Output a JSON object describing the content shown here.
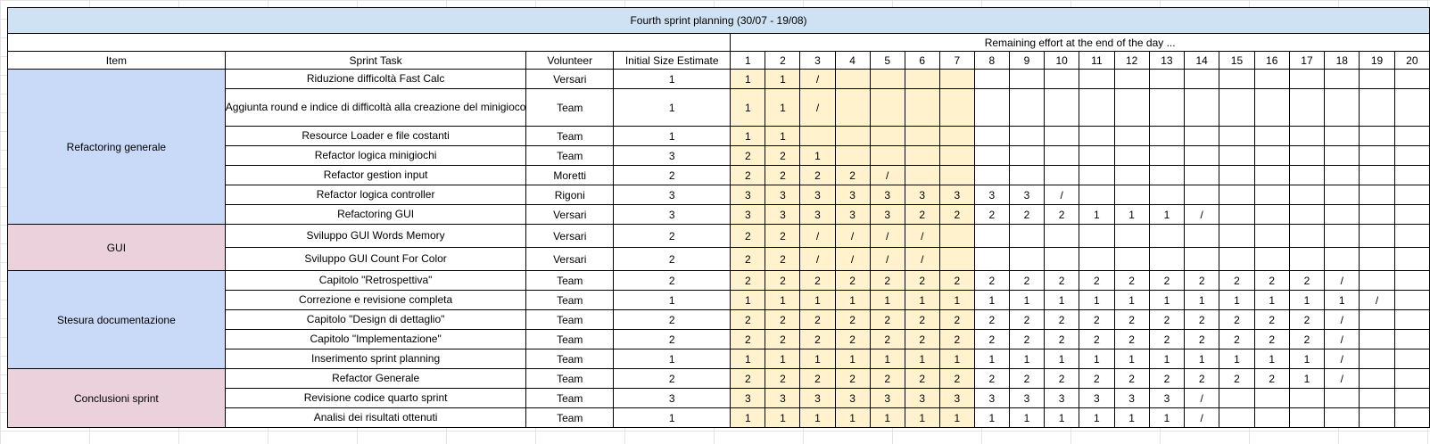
{
  "title": "Fourth sprint planning (30/07 - 19/08)",
  "effort_header": "Remaining effort at the end of the day ...",
  "columns": {
    "item": "Item",
    "task": "Sprint Task",
    "volunteer": "Volunteer",
    "estimate": "Initial Size Estimate",
    "days": [
      "1",
      "2",
      "3",
      "4",
      "5",
      "6",
      "7",
      "8",
      "9",
      "10",
      "11",
      "12",
      "13",
      "14",
      "15",
      "16",
      "17",
      "18",
      "19",
      "20"
    ]
  },
  "colors": {
    "title_bg": "#cfe2f3",
    "blue_group": "#c9daf8",
    "pink_group": "#ead1dc",
    "highlight_days": "#fff2cc"
  },
  "groups": [
    {
      "name": "Refactoring generale",
      "color": "blue",
      "rows": [
        {
          "task": "Riduzione difficoltà Fast Calc",
          "volunteer": "Versari",
          "estimate": "1",
          "days": [
            "1",
            "1",
            "/",
            "",
            "",
            "",
            "",
            "",
            "",
            "",
            "",
            "",
            "",
            "",
            "",
            "",
            "",
            "",
            "",
            ""
          ]
        },
        {
          "task": "Aggiunta round e indice di difficoltà alla creazione del minigioco",
          "volunteer": "Team",
          "estimate": "1",
          "tall": true,
          "days": [
            "1",
            "1",
            "/",
            "",
            "",
            "",
            "",
            "",
            "",
            "",
            "",
            "",
            "",
            "",
            "",
            "",
            "",
            "",
            "",
            ""
          ]
        },
        {
          "task": "Resource Loader e file costanti",
          "volunteer": "Team",
          "estimate": "1",
          "days": [
            "1",
            "1",
            "",
            "",
            "",
            "",
            "",
            "",
            "",
            "",
            "",
            "",
            "",
            "",
            "",
            "",
            "",
            "",
            "",
            ""
          ]
        },
        {
          "task": "Refactor logica minigiochi",
          "volunteer": "Team",
          "estimate": "3",
          "days": [
            "2",
            "2",
            "1",
            "",
            "",
            "",
            "",
            "",
            "",
            "",
            "",
            "",
            "",
            "",
            "",
            "",
            "",
            "",
            "",
            ""
          ]
        },
        {
          "task": "Refactor gestion input",
          "volunteer": "Moretti",
          "estimate": "2",
          "days": [
            "2",
            "2",
            "2",
            "2",
            "/",
            "",
            "",
            "",
            "",
            "",
            "",
            "",
            "",
            "",
            "",
            "",
            "",
            "",
            "",
            ""
          ]
        },
        {
          "task": "Refactor  logica controller",
          "volunteer": "Rigoni",
          "estimate": "3",
          "days": [
            "3",
            "3",
            "3",
            "3",
            "3",
            "3",
            "3",
            "3",
            "3",
            "/",
            "",
            "",
            "",
            "",
            "",
            "",
            "",
            "",
            "",
            ""
          ]
        },
        {
          "task": "Refactoring GUI",
          "volunteer": "Versari",
          "estimate": "3",
          "days": [
            "3",
            "3",
            "3",
            "3",
            "3",
            "2",
            "2",
            "2",
            "2",
            "2",
            "1",
            "1",
            "1",
            "/",
            "",
            "",
            "",
            "",
            "",
            ""
          ]
        }
      ]
    },
    {
      "name": "GUI",
      "color": "pink",
      "rows": [
        {
          "task": "Sviluppo GUI Words Memory",
          "volunteer": "Versari",
          "estimate": "2",
          "mid": true,
          "days": [
            "2",
            "2",
            "/",
            "/",
            "/",
            "/",
            "",
            "",
            "",
            "",
            "",
            "",
            "",
            "",
            "",
            "",
            "",
            "",
            "",
            ""
          ]
        },
        {
          "task": "Sviluppo GUI Count For Color",
          "volunteer": "Versari",
          "estimate": "2",
          "mid": true,
          "days": [
            "2",
            "2",
            "/",
            "/",
            "/",
            "/",
            "",
            "",
            "",
            "",
            "",
            "",
            "",
            "",
            "",
            "",
            "",
            "",
            "",
            ""
          ]
        }
      ]
    },
    {
      "name": "Stesura documentazione",
      "color": "blue",
      "rows": [
        {
          "task": "Capitolo \"Retrospettiva\"",
          "volunteer": "Team",
          "estimate": "2",
          "days": [
            "2",
            "2",
            "2",
            "2",
            "2",
            "2",
            "2",
            "2",
            "2",
            "2",
            "2",
            "2",
            "2",
            "2",
            "2",
            "2",
            "2",
            "/",
            "",
            ""
          ]
        },
        {
          "task": "Correzione e revisione completa",
          "volunteer": "Team",
          "estimate": "1",
          "days": [
            "1",
            "1",
            "1",
            "1",
            "1",
            "1",
            "1",
            "1",
            "1",
            "1",
            "1",
            "1",
            "1",
            "1",
            "1",
            "1",
            "1",
            "1",
            "/",
            ""
          ]
        },
        {
          "task": "Capitolo \"Design di dettaglio\"",
          "volunteer": "Team",
          "estimate": "2",
          "days": [
            "2",
            "2",
            "2",
            "2",
            "2",
            "2",
            "2",
            "2",
            "2",
            "2",
            "2",
            "2",
            "2",
            "2",
            "2",
            "2",
            "2",
            "/",
            "",
            ""
          ]
        },
        {
          "task": "Capitolo \"Implementazione\"",
          "volunteer": "Team",
          "estimate": "2",
          "days": [
            "2",
            "2",
            "2",
            "2",
            "2",
            "2",
            "2",
            "2",
            "2",
            "2",
            "2",
            "2",
            "2",
            "2",
            "2",
            "2",
            "2",
            "/",
            "",
            ""
          ]
        },
        {
          "task": "Inserimento sprint planning",
          "volunteer": "Team",
          "estimate": "1",
          "days": [
            "1",
            "1",
            "1",
            "1",
            "1",
            "1",
            "1",
            "1",
            "1",
            "1",
            "1",
            "1",
            "1",
            "1",
            "1",
            "1",
            "1",
            "/",
            "",
            ""
          ]
        }
      ]
    },
    {
      "name": "Conclusioni sprint",
      "color": "pink",
      "rows": [
        {
          "task": "Refactor Generale",
          "volunteer": "Team",
          "estimate": "2",
          "days": [
            "2",
            "2",
            "2",
            "2",
            "2",
            "2",
            "2",
            "2",
            "2",
            "2",
            "2",
            "2",
            "2",
            "2",
            "2",
            "2",
            "1",
            "/",
            "",
            ""
          ]
        },
        {
          "task": "Revisione codice quarto sprint",
          "volunteer": "Team",
          "estimate": "3",
          "days": [
            "3",
            "3",
            "3",
            "3",
            "3",
            "3",
            "3",
            "3",
            "3",
            "3",
            "3",
            "3",
            "3",
            "/",
            "",
            "",
            "",
            "",
            "",
            ""
          ]
        },
        {
          "task": "Analisi dei risultati ottenuti",
          "volunteer": "Team",
          "estimate": "1",
          "days": [
            "1",
            "1",
            "1",
            "1",
            "1",
            "1",
            "1",
            "1",
            "1",
            "1",
            "1",
            "1",
            "1",
            "/",
            "",
            "",
            "",
            "",
            "",
            ""
          ]
        }
      ]
    }
  ]
}
